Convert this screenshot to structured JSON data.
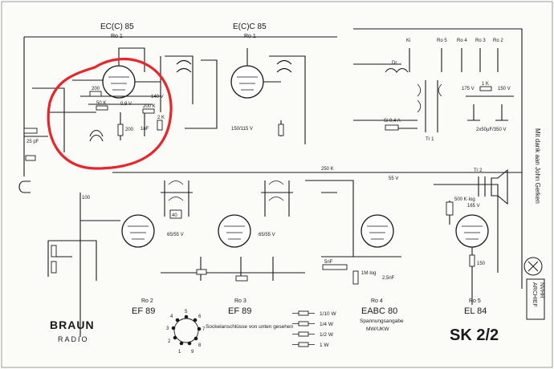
{
  "tubes": {
    "ro1a": {
      "type": "EC(C) 85",
      "ref": "Ro 1"
    },
    "ro1b": {
      "type": "E(C)C 85",
      "ref": "Ro 1"
    },
    "ro2": {
      "type": "EF 89",
      "ref": "Ro 2"
    },
    "ro3": {
      "type": "EF 89",
      "ref": "Ro 3"
    },
    "ro4": {
      "type": "EABC 80",
      "ref": "Ro 4"
    },
    "ro5": {
      "type": "EL 84",
      "ref": "Ro 5"
    }
  },
  "switches": [
    "Ki",
    "Ro 5",
    "Ro 4",
    "Ro 3",
    "Ro 2"
  ],
  "component_labels": {
    "r200": "200",
    "r50k": "50 K",
    "r200k": "200 K",
    "v09": "0,9 V",
    "v140": "140 V",
    "r200b": "200",
    "c1nf": "1nF",
    "r2k": "2 K",
    "v150": "150/115 V",
    "si": "Si 0,4 A",
    "dr": "Dr",
    "tr1": "Tr 1",
    "tr2": "Tr 2",
    "v175": "175 V",
    "r1k": "1 K",
    "v150b": "150 V",
    "c250": "2x50µF/350 V",
    "r250": "250 K",
    "r500k": "500 K·log",
    "v55": "55 V",
    "v65a": "65/55 V",
    "v65b": "65/55 V",
    "c5nf": "5nF",
    "r1m": "1M·log",
    "c25nf": "2,5nF",
    "v165": "165 V",
    "r150": "150",
    "r100": "100",
    "r40": "40",
    "c25pf": "25 pF"
  },
  "brand": {
    "line1": "BRAUN",
    "line2": "RADIO"
  },
  "model": "SK 2/2",
  "socket": {
    "caption": "Sockelanschlüsse von unten gesehen",
    "pins": [
      "1",
      "2",
      "3",
      "4",
      "5",
      "6",
      "7",
      "8",
      "9"
    ]
  },
  "legend": {
    "title": "Spannungsangabe",
    "subtitle": "MW/UKW",
    "rows": [
      "1/10 W",
      "1/4 W",
      "1/2 W",
      "1 W"
    ]
  },
  "side_text": "Mit dank aan John Gerken",
  "stamp": {
    "line1": "ARCHIEF",
    "line2": "NVHR"
  },
  "colors": {
    "ink": "#1a1a1a",
    "highlight": "#e8262a",
    "paper": "#fbfbf8"
  }
}
